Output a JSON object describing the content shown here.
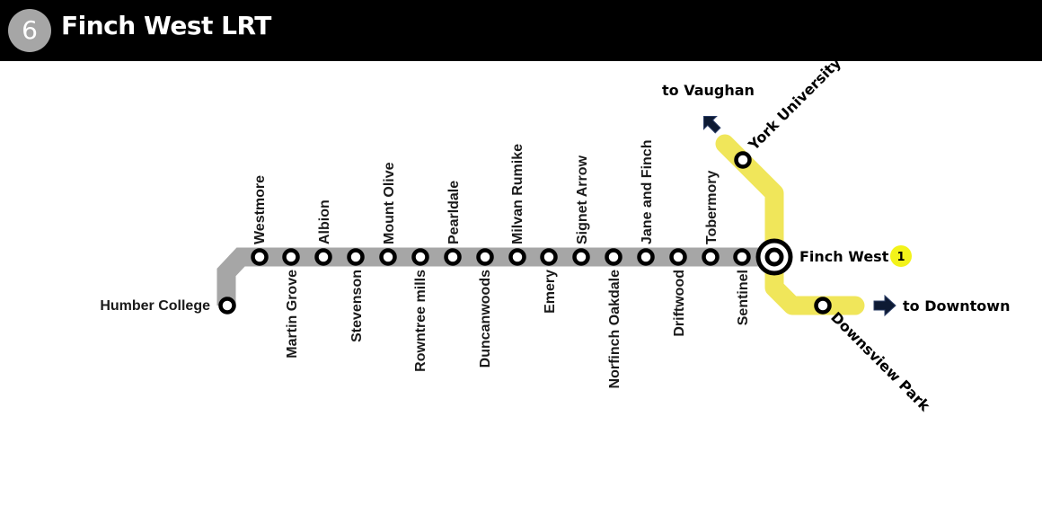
{
  "header": {
    "route_number": "6",
    "title": "Finch West LRT"
  },
  "colors": {
    "line6": "#a6a6a6",
    "line1": "#f0e65a",
    "line1_badge": "#f3f31a",
    "arrow": "#0d1a33",
    "header_bg": "#000000"
  },
  "stations": {
    "humber_college": "Humber College",
    "westmore": "Westmore",
    "martin_grove": "Martin Grove",
    "albion": "Albion",
    "stevenson": "Stevenson",
    "mount_olive": "Mount Olive",
    "rowntree_mills": "Rowntree mills",
    "pearldale": "Pearldale",
    "duncanwoods": "Duncanwoods",
    "milvan_rumike": "Milvan Rumike",
    "emery": "Emery",
    "signet_arrow": "Signet Arrow",
    "norfinch_oakdale": "Norfinch Oakdale",
    "jane_and_finch": "Jane and Finch",
    "driftwood": "Driftwood",
    "tobermory": "Tobermory",
    "sentinel": "Sentinel",
    "finch_west": "Finch West",
    "york_university": "York University",
    "downsview_park": "Downsview Park"
  },
  "connection_badge": "1",
  "directions": {
    "north": "to Vaughan",
    "south": "to Downtown"
  }
}
